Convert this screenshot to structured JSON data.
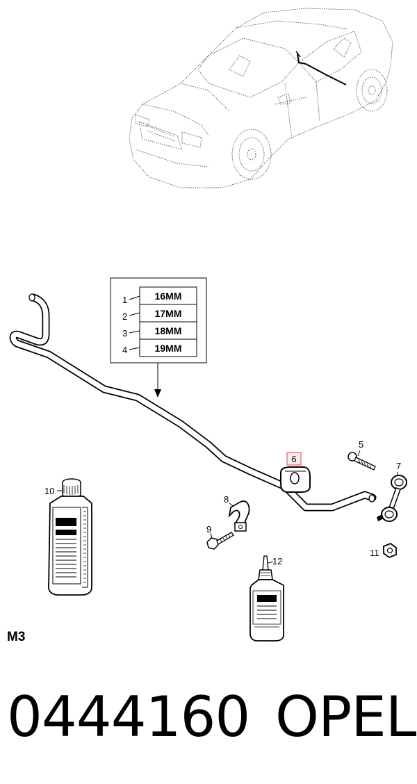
{
  "diagram": {
    "size_table": [
      {
        "ref": "1",
        "size": "16MM"
      },
      {
        "ref": "2",
        "size": "17MM"
      },
      {
        "ref": "3",
        "size": "18MM"
      },
      {
        "ref": "4",
        "size": "19MM"
      }
    ],
    "callouts": [
      "5",
      "6",
      "7",
      "8",
      "9",
      "10",
      "11",
      "12"
    ],
    "highlighted_callout": "6",
    "page_code": "M3"
  },
  "footer": {
    "part_number": "0444160",
    "brand": "OPEL"
  },
  "colors": {
    "line": "#000000",
    "highlight_box": "#e06666",
    "highlight_fill": "#fbeaea"
  }
}
